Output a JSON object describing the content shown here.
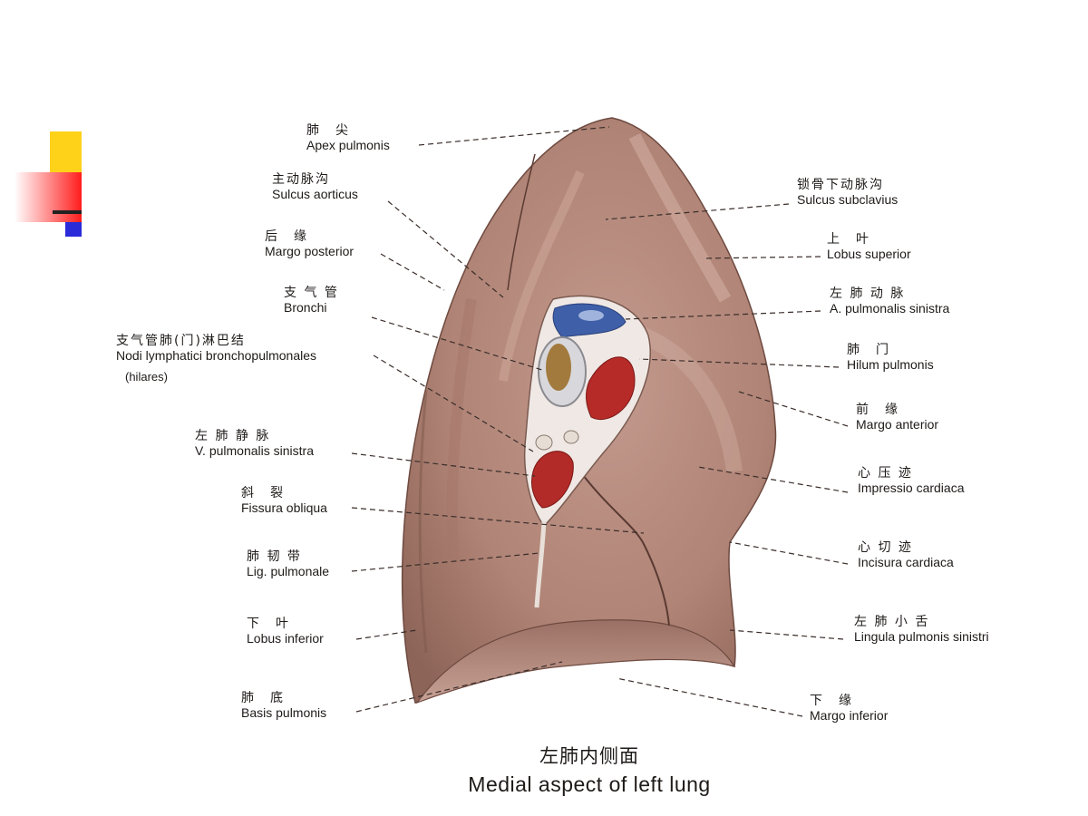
{
  "colors": {
    "deco_yellow": "#ffd21a",
    "deco_red": "#ff1c1c",
    "deco_blue": "#2b2bd9",
    "lung": "#b98a7e"
  },
  "labels_left": [
    {
      "zh": "肺　尖",
      "la": "Apex pulmonis"
    },
    {
      "zh": "主动脉沟",
      "la": "Sulcus aorticus"
    },
    {
      "zh": "后　缘",
      "la": "Margo posterior"
    },
    {
      "zh": "支 气 管",
      "la": "Bronchi"
    },
    {
      "zh": "支气管肺(门)淋巴结",
      "la": "Nodi lymphatici bronchopulmonales",
      "la2": "(hilares)"
    },
    {
      "zh": "左 肺 静 脉",
      "la": "V. pulmonalis sinistra"
    },
    {
      "zh": "斜　裂",
      "la": "Fissura obliqua"
    },
    {
      "zh": "肺 韧 带",
      "la": "Lig. pulmonale"
    },
    {
      "zh": "下　叶",
      "la": "Lobus inferior"
    },
    {
      "zh": "肺　底",
      "la": "Basis pulmonis"
    }
  ],
  "labels_right": [
    {
      "zh": "锁骨下动脉沟",
      "la": "Sulcus subclavius"
    },
    {
      "zh": "上　叶",
      "la": "Lobus superior"
    },
    {
      "zh": "左 肺 动 脉",
      "la": "A. pulmonalis sinistra"
    },
    {
      "zh": "肺　门",
      "la": "Hilum pulmonis"
    },
    {
      "zh": "前　缘",
      "la": "Margo anterior"
    },
    {
      "zh": "心 压 迹",
      "la": "Impressio cardiaca"
    },
    {
      "zh": "心 切 迹",
      "la": "Incisura cardiaca"
    },
    {
      "zh": "左 肺 小 舌",
      "la": "Lingula pulmonis sinistri"
    },
    {
      "zh": "下　缘",
      "la": "Margo inferior"
    }
  ],
  "caption": {
    "zh": "左肺内侧面",
    "en": "Medial aspect of left lung"
  }
}
